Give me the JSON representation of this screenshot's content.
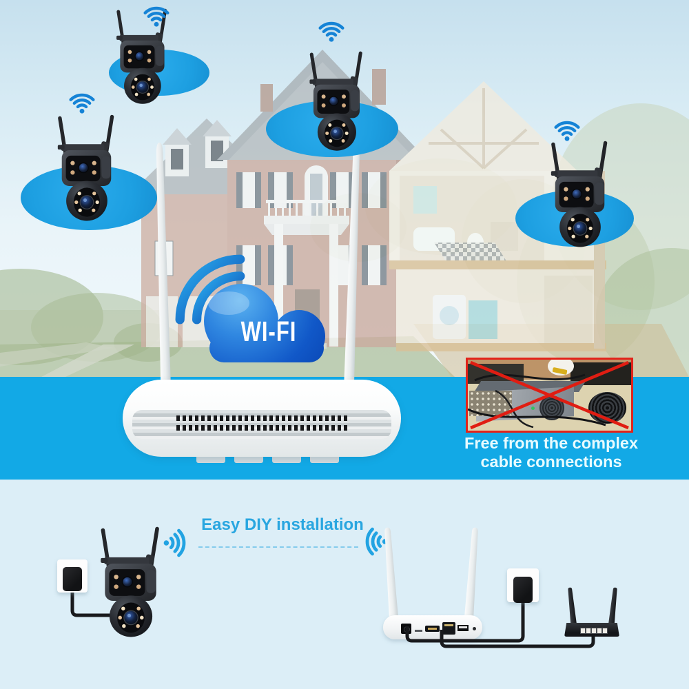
{
  "image_type": "wireless-security-camera-kit-marketing-diagram",
  "wifi_cloud": {
    "label": "WI-FI"
  },
  "cable_panel": {
    "caption_line1": "Free from the complex",
    "caption_line2": "cable connections"
  },
  "diy_section": {
    "title": "Easy DIY installation"
  },
  "colors": {
    "sky_top": "#c6e0ee",
    "cyan_band": "#12a9e6",
    "bottom_background": "#dceef7",
    "ellipse_blue": "#1d9fe1",
    "wifi_icon_blue": "#1583d6",
    "wifi_icon_cyan": "#22a3e2",
    "cloud_blue_light": "#5bb2f0",
    "cloud_blue_dark": "#0b4ab8",
    "diy_title_blue": "#29a6e0",
    "caption_white": "#e7fbff",
    "alert_red": "#e2231a"
  },
  "icons": {
    "wifi_signal": "three concentric arcs with source dot",
    "wifi_beam": "three arc beam radiating from cloud",
    "cross_out": "red diagonal X over cabling photo"
  },
  "devices": {
    "camera": "dual-lens pan-tilt wifi camera",
    "router": "white two-antenna wifi recorder",
    "power_adapter": "black wall power adapter",
    "black_router": "black two-antenna router",
    "crossed_photo": "DVR with tangled cables"
  }
}
